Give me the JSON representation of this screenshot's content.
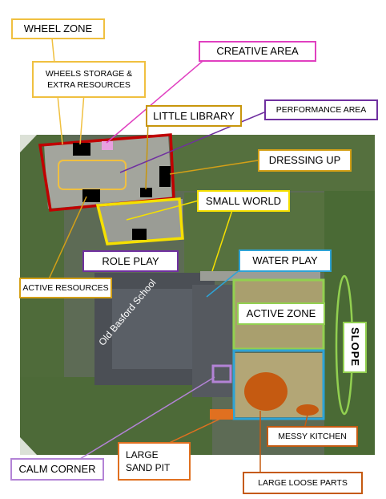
{
  "labels": {
    "wheel_zone": "WHEEL ZONE",
    "wheels_storage": "WHEELS STORAGE &\nEXTRA RESOURCES",
    "creative_area": "CREATIVE AREA",
    "little_library": "LITTLE LIBRARY",
    "performance_area": "PERFORMANCE AREA",
    "dressing_up": "DRESSING UP",
    "small_world": "SMALL WORLD",
    "role_play": "ROLE PLAY",
    "active_resources": "ACTIVE RESOURCES",
    "water_play": "WATER PLAY",
    "active_zone": "ACTIVE ZONE",
    "slope": "SLOPE",
    "messy_kitchen": "MESSY KITCHEN",
    "calm_corner": "CALM CORNER",
    "large_sand_pit": "LARGE\nSAND PIT",
    "large_loose_parts": "LARGE LOOSE PARTS"
  },
  "map_text": {
    "school_name": "Old Basford School"
  },
  "colors": {
    "wheel_zone": "#c00000",
    "creative_area": "#e040c0",
    "little_library": "#c8960c",
    "performance_area": "#7030a0",
    "dressing_up": "#d4a017",
    "small_world": "#f5e000",
    "role_play": "#7030a0",
    "active_resources": "#d4a017",
    "water_play": "#2ea3d6",
    "active_zone": "#92d050",
    "slope": "#92d050",
    "messy_kitchen": "#c55a11",
    "calm_corner": "#b383d6",
    "large_sand_pit": "#e07020",
    "large_loose_parts": "#c55a11"
  }
}
